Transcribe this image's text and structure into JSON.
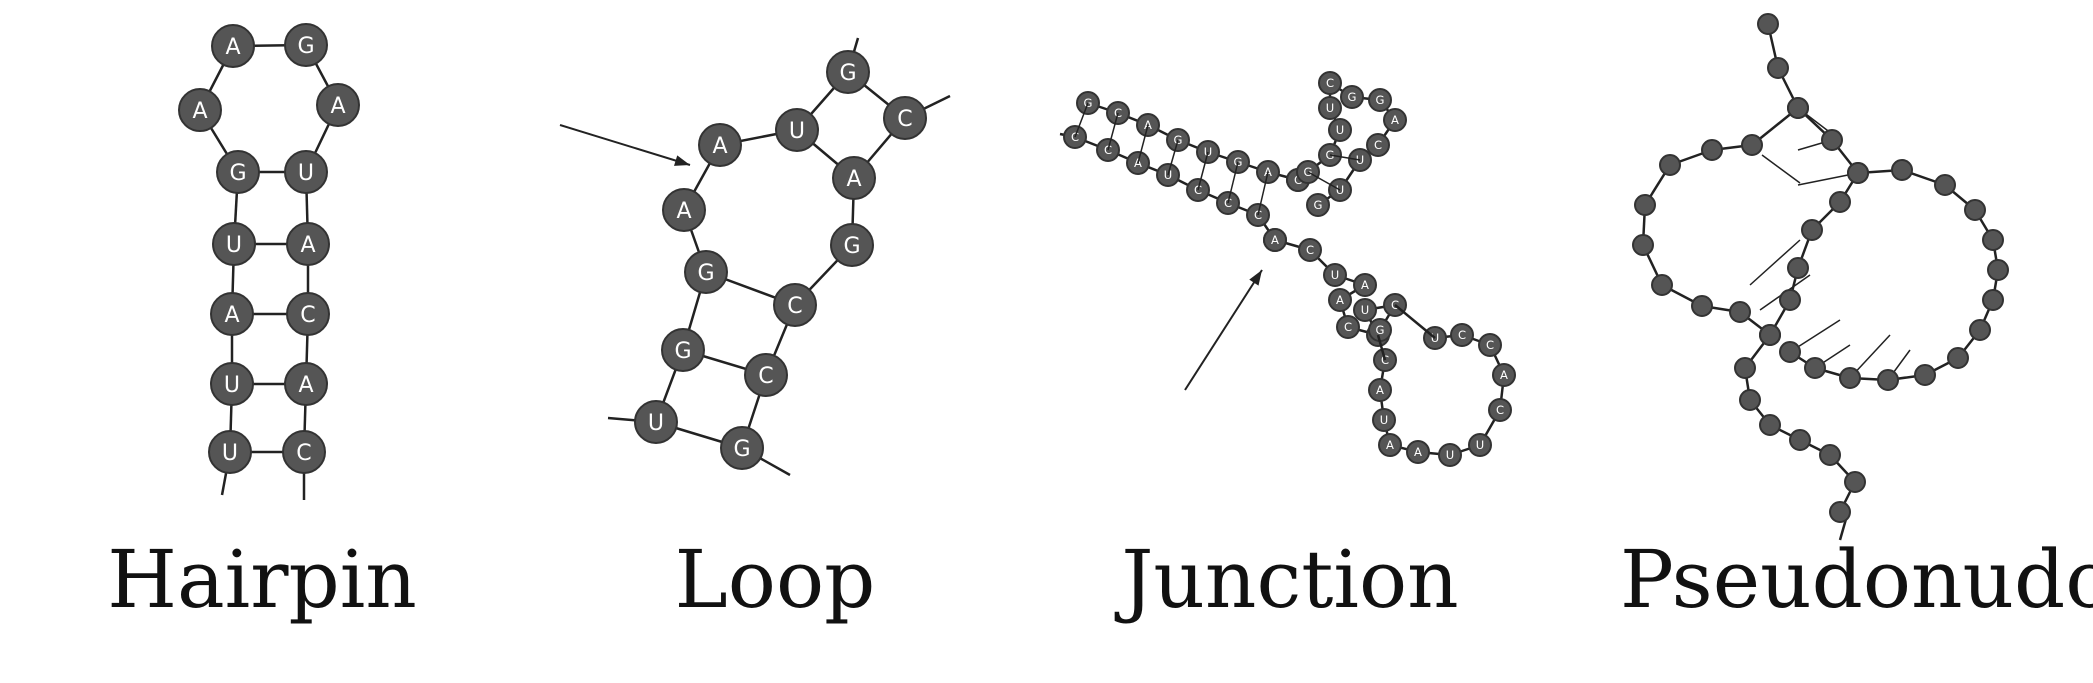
{
  "colors": {
    "node": "#555555",
    "node_stroke": "#333333",
    "line": "#222222",
    "letter": "#ffffff",
    "caption": "#111111"
  },
  "panels": [
    {
      "id": "hairpin",
      "caption": "Hairpin",
      "left_strand": [
        "U",
        "U",
        "A",
        "U",
        "G",
        "A",
        "A"
      ],
      "right_strand": [
        "C",
        "A",
        "C",
        "A",
        "U",
        "A",
        "G"
      ]
    },
    {
      "id": "loop",
      "caption": "Loop",
      "sequence": [
        "U",
        "G",
        "G",
        "A",
        "A",
        "U",
        "G",
        "C",
        "A",
        "G",
        "C",
        "C",
        "G"
      ]
    },
    {
      "id": "junction",
      "caption": "Junction",
      "arm_top": [
        "G",
        "C",
        "A",
        "G",
        "U",
        "G",
        "A",
        "A"
      ],
      "arm_bottom": [
        "C",
        "C",
        "A",
        "U",
        "C",
        "C",
        "C",
        "U"
      ],
      "hairpin_top": [
        "G",
        "C",
        "U",
        "G",
        "G",
        "G",
        "C",
        "A"
      ],
      "arm_loop": [
        "A",
        "C",
        "U",
        "A",
        "A",
        "C",
        "C",
        "U",
        "C"
      ],
      "loop_ring": [
        "C",
        "A",
        "U",
        "A",
        "A",
        "U",
        "U",
        "C",
        "A",
        "C",
        "C"
      ]
    },
    {
      "id": "pseudoknot",
      "caption": "Pseudonudo"
    }
  ]
}
